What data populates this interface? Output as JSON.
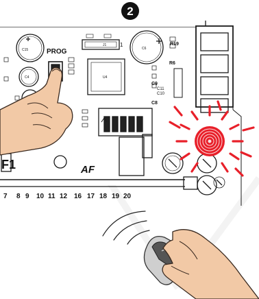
{
  "step": {
    "number": "2"
  },
  "board": {
    "prog_label": "PROG",
    "silk": {
      "c15": "C15",
      "c4": "C4",
      "c6": "C6",
      "c8": "C8",
      "c9": "C9",
      "c10": "C10",
      "c11": "C11",
      "r19": "R19",
      "r6": "R6",
      "u4": "U4",
      "j1": "J1",
      "one": "1",
      "f1": "F1",
      "af": "AF"
    },
    "terminals": [
      "7",
      "8",
      "9",
      "10",
      "11",
      "12",
      "16",
      "17",
      "18",
      "19",
      "20"
    ]
  },
  "colors": {
    "step_badge": "#111111",
    "blink_rays": "#e8202a",
    "skin": "#f2c9a6",
    "pcb_outline": "#1a1a1a"
  },
  "icons": {
    "hand_pressing": "hand-pointing-icon",
    "remote": "remote-control-icon",
    "signal": "radio-waves-icon",
    "led": "blinking-led-icon"
  }
}
